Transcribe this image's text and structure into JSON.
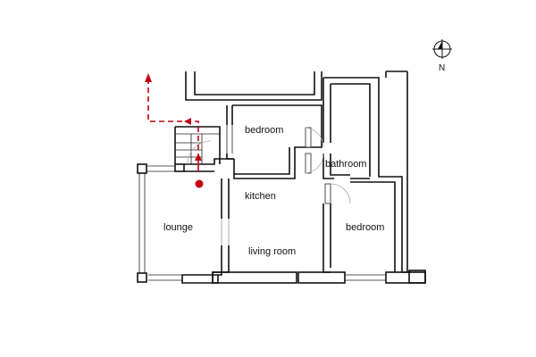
{
  "rooms": {
    "bedroom_top": "bedroom",
    "bathroom": "bathroom",
    "kitchen": "kitchen",
    "lounge": "lounge",
    "living_room": "living room",
    "bedroom_right": "bedroom"
  },
  "compass": {
    "label": "N"
  },
  "colors": {
    "walls": "#111111",
    "route": "#c00012",
    "doors": "#aaaaaa"
  },
  "icons": {
    "compass": "north-compass-icon",
    "marker": "you-are-here-dot"
  }
}
